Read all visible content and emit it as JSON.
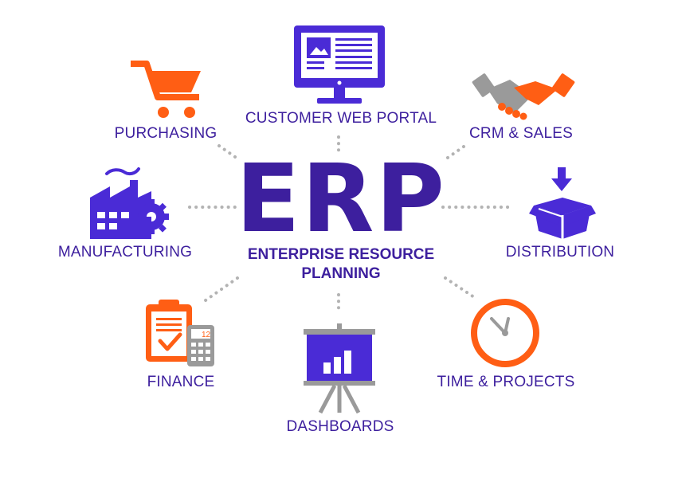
{
  "center": {
    "title": "ERP",
    "subtitle_line1": "ENTERPRISE RESOURCE",
    "subtitle_line2": "PLANNING"
  },
  "modules": {
    "customer_web_portal": "CUSTOMER WEB PORTAL",
    "purchasing": "PURCHASING",
    "crm_sales": "CRM & SALES",
    "manufacturing": "MANUFACTURING",
    "distribution": "DISTRIBUTION",
    "finance": "FINANCE",
    "dashboards": "DASHBOARDS",
    "time_projects": "TIME & PROJECTS",
    "calculator_display": "12"
  },
  "colors": {
    "purple": "#3d1f9e",
    "icon_purple": "#4a2bd6",
    "orange": "#ff5e14",
    "gray": "#9a9a9a",
    "dots": "#b3b3b3"
  },
  "icons": [
    "monitor-icon",
    "shopping-cart-icon",
    "handshake-icon",
    "factory-icon",
    "box-icon",
    "clipboard-calculator-icon",
    "presentation-chart-icon",
    "clock-icon"
  ]
}
